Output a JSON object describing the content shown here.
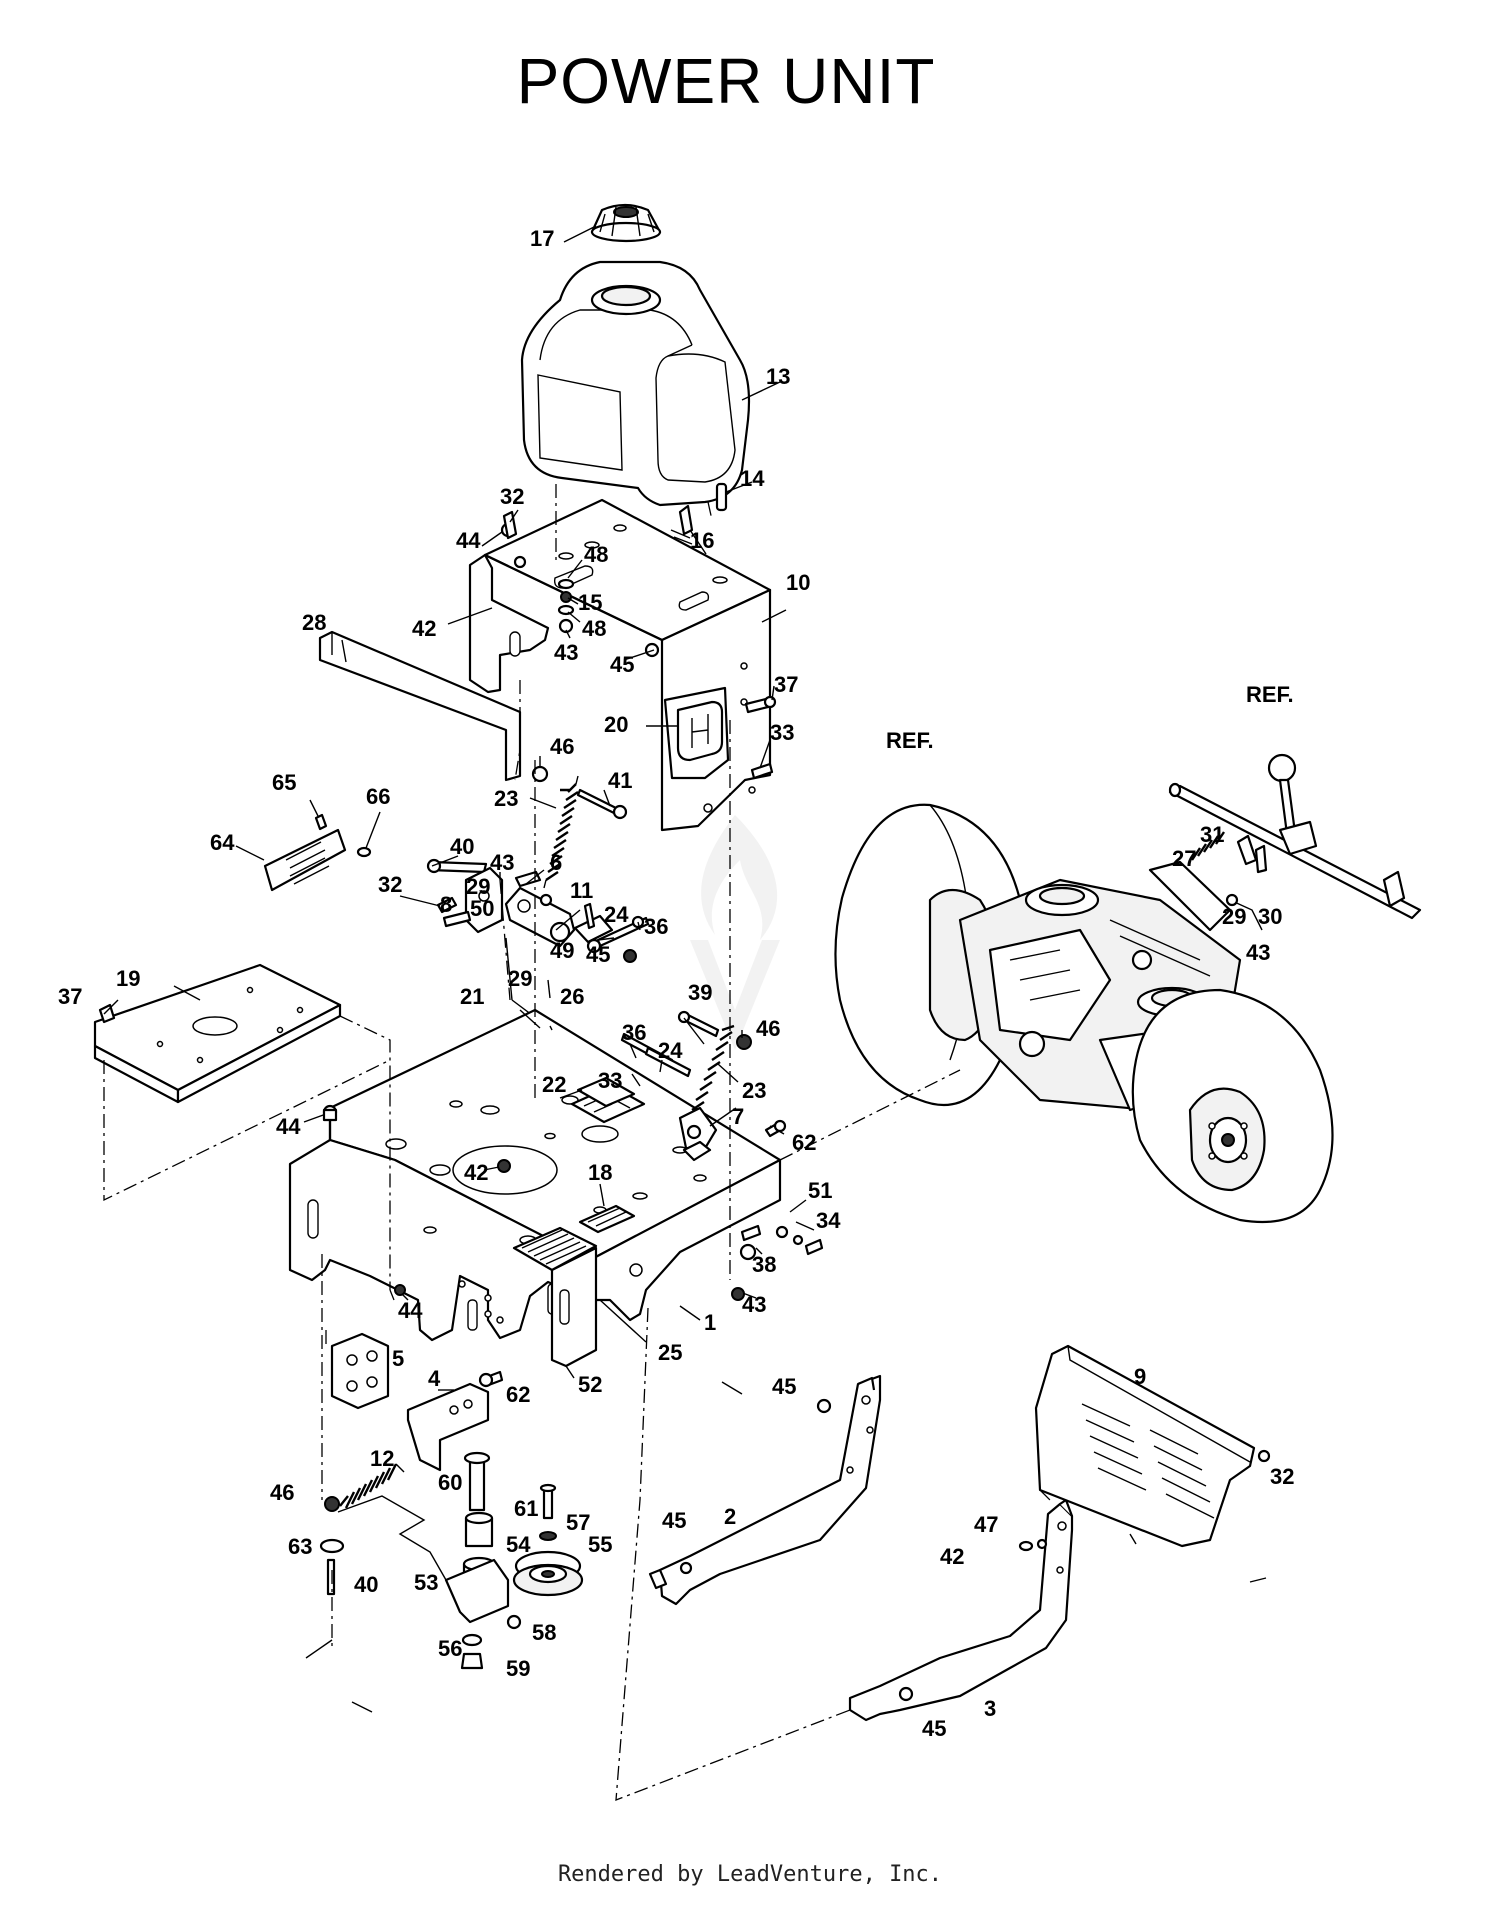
{
  "title": "POWER UNIT",
  "footer": "Rendered by LeadVenture, Inc.",
  "callouts": [
    {
      "id": "c17",
      "label": "17"
    },
    {
      "id": "c13",
      "label": "13"
    },
    {
      "id": "c14",
      "label": "14"
    },
    {
      "id": "c32a",
      "label": "32"
    },
    {
      "id": "c44a",
      "label": "44"
    },
    {
      "id": "c16",
      "label": "16"
    },
    {
      "id": "c48a",
      "label": "48"
    },
    {
      "id": "c10",
      "label": "10"
    },
    {
      "id": "c15",
      "label": "15"
    },
    {
      "id": "c48b",
      "label": "48"
    },
    {
      "id": "c42a",
      "label": "42"
    },
    {
      "id": "c43a",
      "label": "43"
    },
    {
      "id": "c45a",
      "label": "45"
    },
    {
      "id": "c28",
      "label": "28"
    },
    {
      "id": "c37a",
      "label": "37"
    },
    {
      "id": "c20",
      "label": "20"
    },
    {
      "id": "c33a",
      "label": "33"
    },
    {
      "id": "cref1",
      "label": "REF."
    },
    {
      "id": "cref2",
      "label": "REF."
    },
    {
      "id": "c65",
      "label": "65"
    },
    {
      "id": "c66",
      "label": "66"
    },
    {
      "id": "c46a",
      "label": "46"
    },
    {
      "id": "c41",
      "label": "41"
    },
    {
      "id": "c23a",
      "label": "23"
    },
    {
      "id": "c64",
      "label": "64"
    },
    {
      "id": "c40a",
      "label": "40"
    },
    {
      "id": "c43b",
      "label": "43"
    },
    {
      "id": "c6",
      "label": "6"
    },
    {
      "id": "c32b",
      "label": "32"
    },
    {
      "id": "c29a",
      "label": "29"
    },
    {
      "id": "c8",
      "label": "8"
    },
    {
      "id": "c50",
      "label": "50"
    },
    {
      "id": "c11",
      "label": "11"
    },
    {
      "id": "c24a",
      "label": "24"
    },
    {
      "id": "c36a",
      "label": "36"
    },
    {
      "id": "c49",
      "label": "49"
    },
    {
      "id": "c45b",
      "label": "45"
    },
    {
      "id": "c31",
      "label": "31"
    },
    {
      "id": "c27",
      "label": "27"
    },
    {
      "id": "c29b",
      "label": "29"
    },
    {
      "id": "c30",
      "label": "30"
    },
    {
      "id": "c43c",
      "label": "43"
    },
    {
      "id": "c19",
      "label": "19"
    },
    {
      "id": "c37b",
      "label": "37"
    },
    {
      "id": "c21",
      "label": "21"
    },
    {
      "id": "c29c",
      "label": "29"
    },
    {
      "id": "c26",
      "label": "26"
    },
    {
      "id": "c39",
      "label": "39"
    },
    {
      "id": "c36b",
      "label": "36"
    },
    {
      "id": "c46b",
      "label": "46"
    },
    {
      "id": "c24b",
      "label": "24"
    },
    {
      "id": "c22",
      "label": "22"
    },
    {
      "id": "c33b",
      "label": "33"
    },
    {
      "id": "c23b",
      "label": "23"
    },
    {
      "id": "c7",
      "label": "7"
    },
    {
      "id": "c44b",
      "label": "44"
    },
    {
      "id": "c62a",
      "label": "62"
    },
    {
      "id": "c42b",
      "label": "42"
    },
    {
      "id": "c18",
      "label": "18"
    },
    {
      "id": "c51",
      "label": "51"
    },
    {
      "id": "c34",
      "label": "34"
    },
    {
      "id": "c38",
      "label": "38"
    },
    {
      "id": "c43d",
      "label": "43"
    },
    {
      "id": "c44c",
      "label": "44"
    },
    {
      "id": "c1",
      "label": "1"
    },
    {
      "id": "c25",
      "label": "25"
    },
    {
      "id": "c5",
      "label": "5"
    },
    {
      "id": "c4",
      "label": "4"
    },
    {
      "id": "c62b",
      "label": "62"
    },
    {
      "id": "c52",
      "label": "52"
    },
    {
      "id": "c9",
      "label": "9"
    },
    {
      "id": "c45c",
      "label": "45"
    },
    {
      "id": "c32c",
      "label": "32"
    },
    {
      "id": "c12",
      "label": "12"
    },
    {
      "id": "c46c",
      "label": "46"
    },
    {
      "id": "c60",
      "label": "60"
    },
    {
      "id": "c61",
      "label": "61"
    },
    {
      "id": "c57",
      "label": "57"
    },
    {
      "id": "c63",
      "label": "63"
    },
    {
      "id": "c54",
      "label": "54"
    },
    {
      "id": "c55",
      "label": "55"
    },
    {
      "id": "c40b",
      "label": "40"
    },
    {
      "id": "c53",
      "label": "53"
    },
    {
      "id": "c2",
      "label": "2"
    },
    {
      "id": "c45d",
      "label": "45"
    },
    {
      "id": "c47",
      "label": "47"
    },
    {
      "id": "c42c",
      "label": "42"
    },
    {
      "id": "c56",
      "label": "56"
    },
    {
      "id": "c58",
      "label": "58"
    },
    {
      "id": "c59",
      "label": "59"
    },
    {
      "id": "c3",
      "label": "3"
    },
    {
      "id": "c45e",
      "label": "45"
    }
  ]
}
